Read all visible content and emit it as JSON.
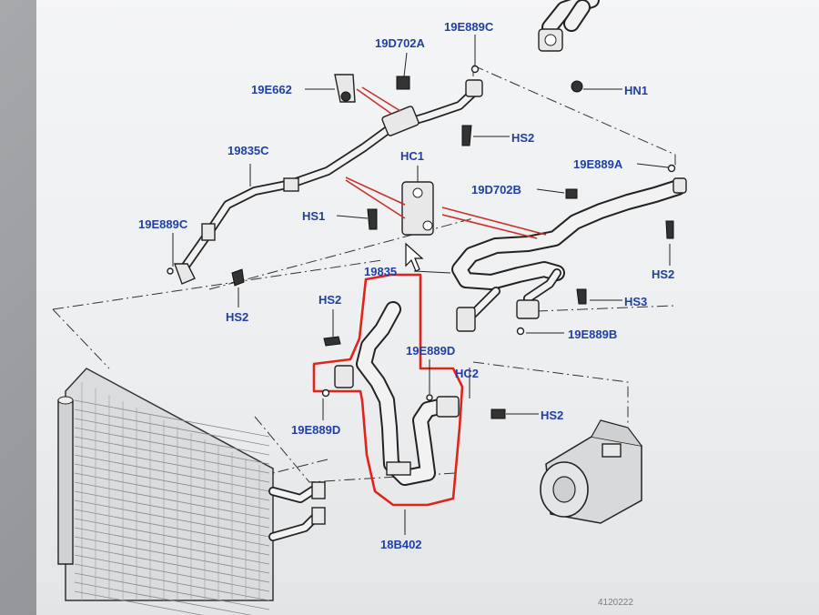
{
  "labels": {
    "l_19D702A_top": "19D702A",
    "l_19E889C_top": "19E889C",
    "l_19E662": "19E662",
    "l_HN1": "HN1",
    "l_HS2_a": "HS2",
    "l_19835C": "19835C",
    "l_HC1": "HC1",
    "l_19E889A": "19E889A",
    "l_19D702B": "19D702B",
    "l_HS1": "HS1",
    "l_19E889C_left": "19E889C",
    "l_HS2_right": "HS2",
    "l_HS3": "HS3",
    "l_19835_partial": "19835",
    "l_HS2_left": "HS2",
    "l_HS2_mid": "HS2",
    "l_19E889B": "19E889B",
    "l_19E889D_mid": "19E889D",
    "l_HC2": "HC2",
    "l_19E889D_left": "19E889D",
    "l_HS2_lower": "HS2",
    "l_18B402": "18B402"
  },
  "drawing_ref": "4120222",
  "highlight_color": "#e0241c",
  "label_color": "#1f3fa6"
}
